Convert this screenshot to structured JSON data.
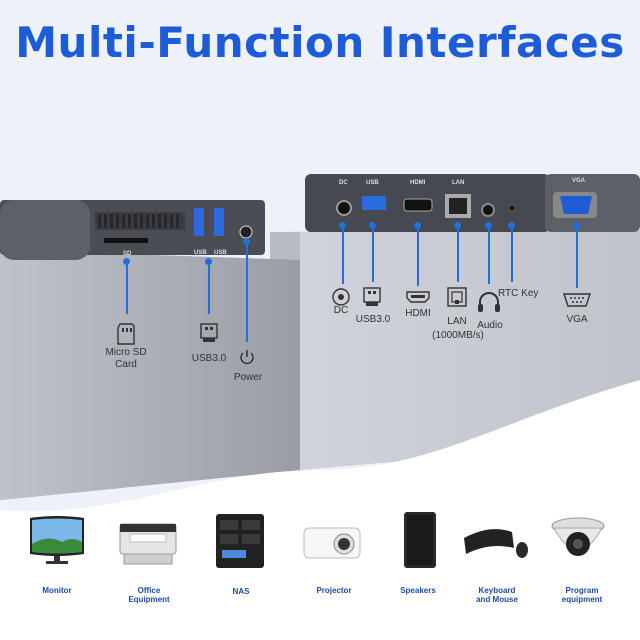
{
  "title": "Multi-Function Interfaces",
  "left_panel": {
    "port_tags": [
      "SD",
      "USB",
      "USB"
    ],
    "labels": {
      "microsd": "Micro SD\nCard",
      "usb30": "USB3.0",
      "power": "Power"
    }
  },
  "right_panel": {
    "port_tags": [
      "DC",
      "USB",
      "HDMI",
      "LAN",
      "VGA"
    ],
    "labels": {
      "dc": "DC",
      "usb30": "USB3.0",
      "hdmi": "HDMI",
      "lan": "LAN",
      "lan_speed": "(1000MB/s)",
      "audio": "Audio",
      "rtc": "RTC Key",
      "vga": "VGA"
    }
  },
  "devices": [
    {
      "label": "Monitor",
      "icon": "monitor-icon"
    },
    {
      "label": "Office\nEquipment",
      "icon": "printer-icon"
    },
    {
      "label": "NAS",
      "icon": "nas-icon"
    },
    {
      "label": "Projector",
      "icon": "projector-icon"
    },
    {
      "label": "Speakers",
      "icon": "speaker-icon"
    },
    {
      "label": "Keyboard\nand Mouse",
      "icon": "keyboard-mouse-icon"
    },
    {
      "label": "Program\nequipment",
      "icon": "camera-icon"
    }
  ],
  "colors": {
    "accent": "#1e5bd6",
    "line": "#1e6fe0",
    "device_label": "#1e4aa8"
  }
}
